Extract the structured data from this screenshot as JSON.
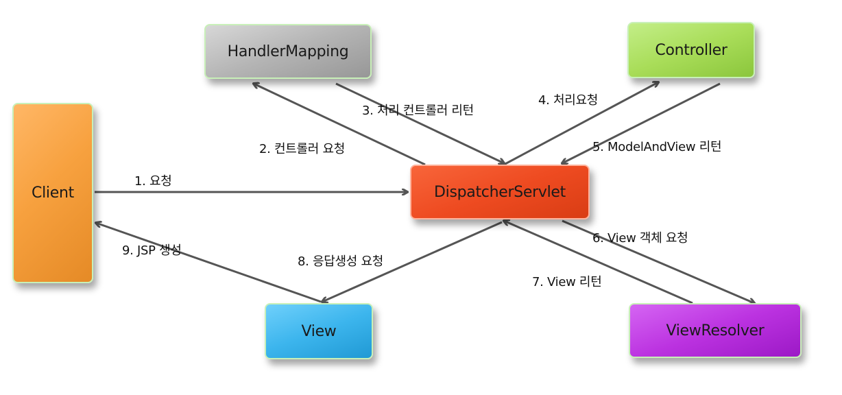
{
  "nodes": {
    "client": "Client",
    "handler_mapping": "HandlerMapping",
    "controller": "Controller",
    "dispatcher_servlet": "DispatcherServlet",
    "view": "View",
    "view_resolver": "ViewResolver"
  },
  "edges": {
    "e1": "1. 요청",
    "e2": "2. 컨트롤러 요청",
    "e3": "3. 처리 컨트롤러 리턴",
    "e4": "4. 처리요청",
    "e5": "5. ModelAndView 리턴",
    "e6": "6. View 객체 요청",
    "e7": "7. View 리턴",
    "e8": "8. 응답생성 요청",
    "e9": "9. JSP 생성"
  },
  "colors": {
    "client": "#f7a13f",
    "handler_mapping": "#b4b4b4",
    "controller": "#a9dd59",
    "dispatcher_servlet": "#ee4b21",
    "view": "#3cb5ed",
    "view_resolver": "#bb32e0",
    "arrow": "#555555"
  }
}
